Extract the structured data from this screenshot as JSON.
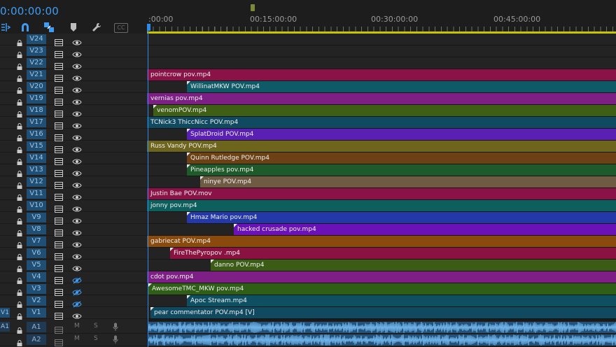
{
  "timecode": "0:00:00:00",
  "ruler": {
    "labels": [
      ":00:00",
      "00:15:00:00",
      "00:30:00:00",
      "00:45:00:00"
    ]
  },
  "colors": {
    "accent": "#3e9cf5",
    "work_area": "#c9c400"
  },
  "toolbar": {
    "icons": [
      "ripple-sequence-icon",
      "snap-icon",
      "linked-selection-icon",
      "add-marker-icon",
      "wrench-icon",
      "captions-icon"
    ],
    "cc_label": "CC"
  },
  "video_tracks": [
    {
      "name": "V24",
      "source": "",
      "eye": "visible"
    },
    {
      "name": "V23",
      "source": "",
      "eye": "visible"
    },
    {
      "name": "V22",
      "source": "",
      "eye": "visible"
    },
    {
      "name": "V21",
      "source": "",
      "eye": "visible"
    },
    {
      "name": "V20",
      "source": "",
      "eye": "visible"
    },
    {
      "name": "V19",
      "source": "",
      "eye": "visible"
    },
    {
      "name": "V18",
      "source": "",
      "eye": "visible"
    },
    {
      "name": "V17",
      "source": "",
      "eye": "visible"
    },
    {
      "name": "V16",
      "source": "",
      "eye": "visible"
    },
    {
      "name": "V15",
      "source": "",
      "eye": "visible"
    },
    {
      "name": "V14",
      "source": "",
      "eye": "visible"
    },
    {
      "name": "V13",
      "source": "",
      "eye": "visible"
    },
    {
      "name": "V12",
      "source": "",
      "eye": "visible"
    },
    {
      "name": "V11",
      "source": "",
      "eye": "visible"
    },
    {
      "name": "V10",
      "source": "",
      "eye": "visible"
    },
    {
      "name": "V9",
      "source": "",
      "eye": "visible"
    },
    {
      "name": "V8",
      "source": "",
      "eye": "visible"
    },
    {
      "name": "V7",
      "source": "",
      "eye": "visible"
    },
    {
      "name": "V6",
      "source": "",
      "eye": "visible"
    },
    {
      "name": "V5",
      "source": "",
      "eye": "visible"
    },
    {
      "name": "V4",
      "source": "",
      "eye": "hidden"
    },
    {
      "name": "V3",
      "source": "",
      "eye": "hidden"
    },
    {
      "name": "V2",
      "source": "",
      "eye": "hidden"
    },
    {
      "name": "V1",
      "source": "V1",
      "eye": "visible"
    }
  ],
  "clips": [
    {
      "track": "V21",
      "label": "pointcrow pov.mp4",
      "color": "#8a1246",
      "start": 0
    },
    {
      "track": "V20",
      "label": "WillinatMKW POV.mp4",
      "color": "#0e5a66",
      "start": 57
    },
    {
      "track": "V19",
      "label": "vernias pov.mp4",
      "color": "#7d1f84",
      "start": 0
    },
    {
      "track": "V18",
      "label": "venomPOV.mp4",
      "color": "#3f5e16",
      "start": 9
    },
    {
      "track": "V17",
      "label": "TCNick3 ThiccNicc POV.mp4",
      "color": "#0f4a60",
      "start": 0
    },
    {
      "track": "V16",
      "label": "SplatDroid POV.mp4",
      "color": "#5a1fb3",
      "start": 57
    },
    {
      "track": "V15",
      "label": "Russ Vandy POV.mp4",
      "color": "#6e651c",
      "start": 0
    },
    {
      "track": "V14",
      "label": "Quinn Rutledge POV.mp4",
      "color": "#6b4115",
      "start": 57
    },
    {
      "track": "V13",
      "label": "Pineapples pov.mp4",
      "color": "#1f5a2a",
      "start": 57
    },
    {
      "track": "V12",
      "label": "ninye POV.mp4",
      "color": "#6f5a44",
      "start": 76
    },
    {
      "track": "V11",
      "label": "Justin Bae POV.mov",
      "color": "#8a1246",
      "start": 0
    },
    {
      "track": "V10",
      "label": "jonny pov.mp4",
      "color": "#0c5f5c",
      "start": 0
    },
    {
      "track": "V9",
      "label": "Hmaz Mario pov.mp4",
      "color": "#2439a8",
      "start": 57
    },
    {
      "track": "V8",
      "label": "hacked crusade pov.mp4",
      "color": "#6a12b8",
      "start": 124
    },
    {
      "track": "V7",
      "label": "gabriecat POV.mp4",
      "color": "#8a4a0c",
      "start": 0
    },
    {
      "track": "V6",
      "label": "FireThePyropov .mp4",
      "color": "#8a1240",
      "start": 33
    },
    {
      "track": "V5",
      "label": "danno POV.mp4",
      "color": "#3a5c14",
      "start": 91
    },
    {
      "track": "V4",
      "label": "cdot pov.mp4",
      "color": "#7d1f84",
      "start": 0
    },
    {
      "track": "V3",
      "label": "AwesomeTMC_MKW pov.mp4",
      "color": "#2f5e16",
      "start": 2
    },
    {
      "track": "V2",
      "label": "Apoc Stream.mp4",
      "color": "#0e5062",
      "start": 57
    },
    {
      "track": "V1",
      "label": "pear commentator POV.mp4 [V]",
      "color": "#0f4a60",
      "start": 5
    }
  ],
  "audio_tracks": [
    {
      "name": "A1",
      "source": "A1",
      "m": "M",
      "s": "S"
    },
    {
      "name": "A2",
      "source": "",
      "m": "M",
      "s": "S"
    }
  ]
}
